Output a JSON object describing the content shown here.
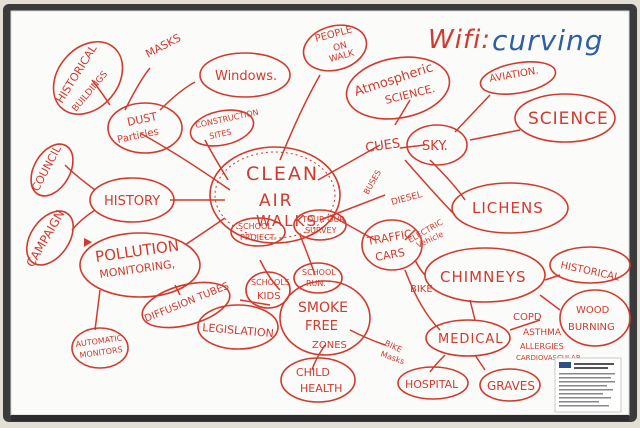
{
  "wifi_label": "Wifi:",
  "wifi_network": "curving",
  "nodes": {
    "center": [
      "CLEAN",
      "AIR",
      "WALKS"
    ],
    "school_project": [
      "SCHOOL",
      "PROJECT."
    ],
    "tour_survey": [
      "TOUR OUR",
      "SURVEY"
    ],
    "historical_buildings": [
      "HISTORICAL",
      "BUILDINGS"
    ],
    "masks": "MASKS",
    "windows": "Windows.",
    "dust": [
      "DUST",
      "Particles"
    ],
    "construction": [
      "CONSTRUCTION",
      "SITES"
    ],
    "people_on_walk": [
      "PEOPLE",
      "ON",
      "WALK"
    ],
    "atmospheric": [
      "Atmospheric",
      "SCIENCE."
    ],
    "aviation": "AVIATION.",
    "science": "SCIENCE",
    "cues": "CUES",
    "sky": "SKY.",
    "lichens": "LICHENS",
    "council": "COUNCIL",
    "campaign": "CAMPAIGN",
    "history": "HISTORY",
    "pollution": [
      "POLLUTION",
      "MONITORING,"
    ],
    "automatic": [
      "AUTOMATIC",
      "MONITORS"
    ],
    "diffusion": "DIFFUSION TUBES",
    "legislation": "LEGISLATION",
    "schools_kids": [
      "SCHOOLS",
      "KIDS"
    ],
    "school_run": [
      "SCHOOL",
      "RUN."
    ],
    "smoke_free": [
      "SMOKE",
      "FREE",
      "ZONES"
    ],
    "child_health": [
      "CHILD",
      "HEALTH"
    ],
    "bike_masks": [
      "BIKE",
      "Masks"
    ],
    "buses": "BUSES",
    "diesel": "DIESEL",
    "electric": [
      "ELECTRIC",
      "Vehicle"
    ],
    "traffic": [
      "TRAFFIC",
      "CARS"
    ],
    "bike": "BIKE",
    "chimneys": "CHIMNEYS",
    "historical": "HISTORICAL",
    "wood_burning": [
      "WOOD",
      "BURNING"
    ],
    "medical": "MEDICAL",
    "copd": "COPD",
    "asthma": "ASTHMA",
    "allergies": "ALLERGIES",
    "cardiovascular": "CARDIOVASCULAR",
    "hospital": "HOSPITAL",
    "graves": "GRAVES"
  }
}
